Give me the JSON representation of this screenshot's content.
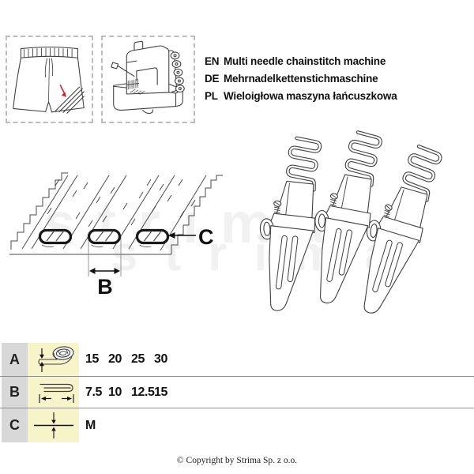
{
  "header": {
    "languages": [
      {
        "code": "EN",
        "name": "Multi needle chainstitch machine"
      },
      {
        "code": "DE",
        "name": "Mehrnadelkettenstichmaschine"
      },
      {
        "code": "PL",
        "name": "Wieloigłowa maszyna łańcuszkowa"
      }
    ]
  },
  "diagram": {
    "dim_b": "B",
    "dim_c": "C"
  },
  "table": {
    "rows": [
      {
        "label": "A",
        "icon": "tape-roll-width-icon",
        "values": [
          "15",
          "20",
          "25",
          "30"
        ]
      },
      {
        "label": "B",
        "icon": "folded-tape-width-icon",
        "values": [
          "7.5",
          "10",
          "12.5",
          "15"
        ]
      },
      {
        "label": "C",
        "icon": "tape-thickness-icon",
        "values": [
          "M"
        ]
      }
    ]
  },
  "watermark": {
    "text": "strima"
  },
  "footer": {
    "copyright": "© Copyright by Strima Sp. z o.o."
  },
  "colors": {
    "accent_red": "#c8202a",
    "label_cell_bg": "#d8d8d8",
    "icon_cell_bg": "#f8f4ca",
    "line_art": "#3f3f3f",
    "separator": "#8f8f8f"
  }
}
